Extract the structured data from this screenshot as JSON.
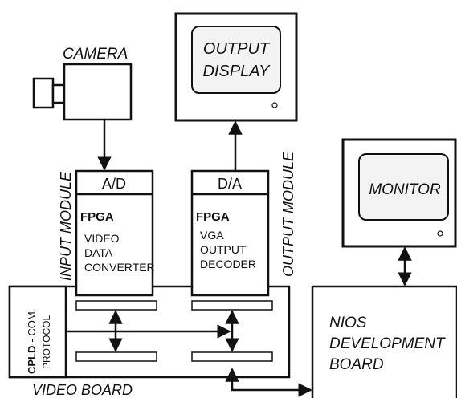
{
  "labels": {
    "camera": "CAMERA",
    "output_display_line1": "OUTPUT",
    "output_display_line2": "DISPLAY",
    "monitor": "MONITOR",
    "input_module": "INPUT MODULE",
    "output_module": "OUTPUT MODULE",
    "ad": "A/D",
    "da": "D/A",
    "fpga": "FPGA",
    "video_data_converter": [
      "VIDEO",
      "DATA",
      "CONVERTER"
    ],
    "vga_output_decoder": [
      "VGA",
      "OUTPUT",
      "DECODER"
    ],
    "cpld": "CPLD",
    "cpld_suffix": "- COM.",
    "protocol": "PROTOCOL",
    "nios_board": [
      "NIOS",
      "DEVELOPMENT",
      "BOARD"
    ],
    "video_board": "VIDEO BOARD"
  },
  "colors": {
    "stroke": "#111111",
    "screen_fill": "#f3f3f3",
    "background": "#ffffff"
  }
}
